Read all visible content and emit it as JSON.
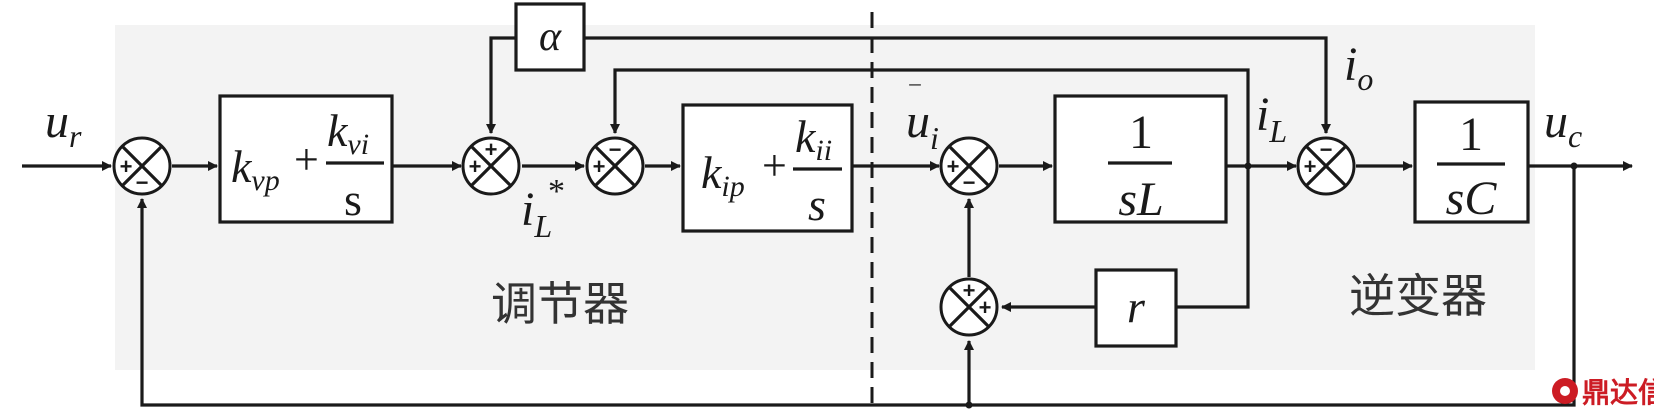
{
  "signals": {
    "u_r": {
      "main": "u",
      "sub": "r"
    },
    "i_L_star": {
      "main": "i",
      "sub": "L",
      "sup": "*"
    },
    "u_i_bar": {
      "main": "u",
      "sub": "i",
      "bar": "‾"
    },
    "i_L": {
      "main": "i",
      "sub": "L"
    },
    "i_o": {
      "main": "i",
      "sub": "o"
    },
    "u_c": {
      "main": "u",
      "sub": "c"
    }
  },
  "blocks": {
    "alpha": {
      "label": "α"
    },
    "voltage_pi": {
      "prop": {
        "main": "k",
        "sub": "vp"
      },
      "plus": "+",
      "num": {
        "main": "k",
        "sub": "vi"
      },
      "den": "s"
    },
    "current_pi": {
      "prop": {
        "main": "k",
        "sub": "ip"
      },
      "plus": "+",
      "num": {
        "main": "k",
        "sub": "ii"
      },
      "den": "s"
    },
    "inductor": {
      "num": "1",
      "den": "sL"
    },
    "capacitor": {
      "num": "1",
      "den": "sC"
    },
    "resistor": {
      "label": "r"
    }
  },
  "sums": {
    "s1": {
      "top": "",
      "left": "+",
      "bottom": "−",
      "right": ""
    },
    "s2": {
      "top": "+",
      "left": "+",
      "bottom": "",
      "right": ""
    },
    "s3": {
      "top": "−",
      "left": "+",
      "bottom": "",
      "right": ""
    },
    "s4": {
      "top": "",
      "left": "+",
      "bottom": "−",
      "right": ""
    },
    "s5": {
      "top": "+",
      "left": "",
      "bottom": "",
      "right": "+"
    },
    "s6": {
      "top": "−",
      "left": "+",
      "bottom": "",
      "right": ""
    }
  },
  "regions": {
    "controller": "调节器",
    "inverter": "逆变器"
  },
  "watermark": {
    "text": "鼎达信",
    "icon": "brand-logo-icon"
  }
}
